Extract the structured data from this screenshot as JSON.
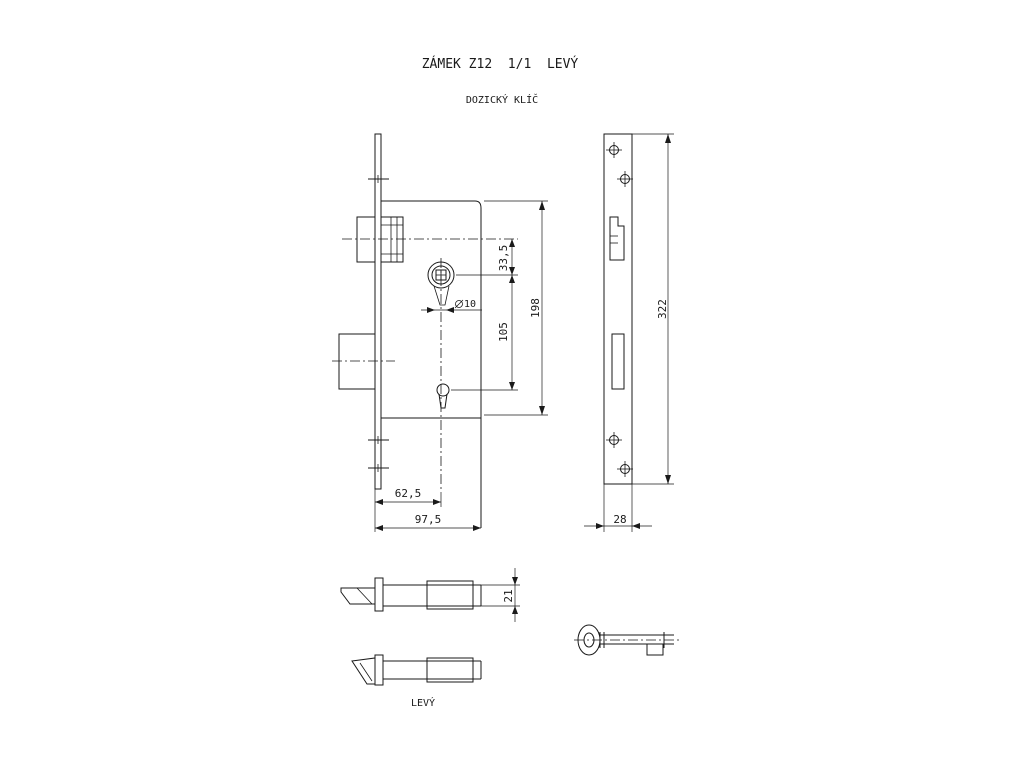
{
  "title": "ZÁMEK Z12  1/1  LEVÝ",
  "subtitle": "DOZICKÝ KLÍČ",
  "dimensions": {
    "d33_5": "33,5",
    "d198": "198",
    "d10": "10",
    "d105": "105",
    "d62_5": "62,5",
    "d97_5": "97,5",
    "d322": "322",
    "d28": "28",
    "d21": "21"
  },
  "bottom_label": "LEVÝ"
}
